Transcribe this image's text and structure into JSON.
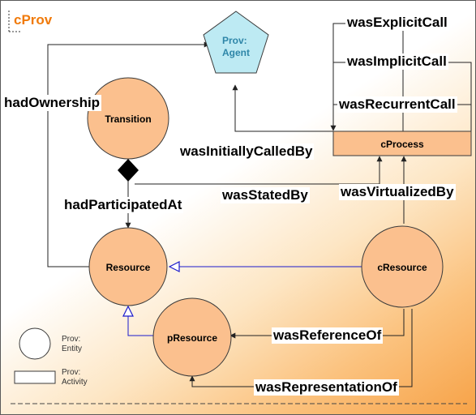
{
  "diagram": {
    "title": "cProv",
    "nodes": {
      "agent": {
        "label": "Prov:\nAgent"
      },
      "transition": {
        "label": "Transition"
      },
      "cprocess": {
        "label": "cProcess"
      },
      "resource": {
        "label": "Resource"
      },
      "cresource": {
        "label": "cResource"
      },
      "presource": {
        "label": "pResource"
      }
    },
    "edges": {
      "had_ownership": "hadOwnership",
      "was_explicit_call": "wasExplicitCall",
      "was_implicit_call": "wasImplicitCall",
      "was_recurrent_call": "wasRecurrentCall",
      "was_initially_called_by": "wasInitiallyCalledBy",
      "was_stated_by": "wasStatedBy",
      "had_participated_at": "hadParticipatedAt",
      "was_virtualized_by": "wasVirtualizedBy",
      "was_reference_of": "wasReferenceOf",
      "was_representation_of": "wasRepresentationOf"
    },
    "legend": {
      "entity": "Prov:\nEntity",
      "activity": "Prov:\nActivity"
    },
    "colors": {
      "node_fill": "#fbc08e",
      "node_stroke": "#3a3a3a",
      "agent_fill": "#bdeaf3",
      "agent_text": "#2e86a8",
      "title": "#f07a0a",
      "inheritance": "#1a1acc"
    }
  }
}
